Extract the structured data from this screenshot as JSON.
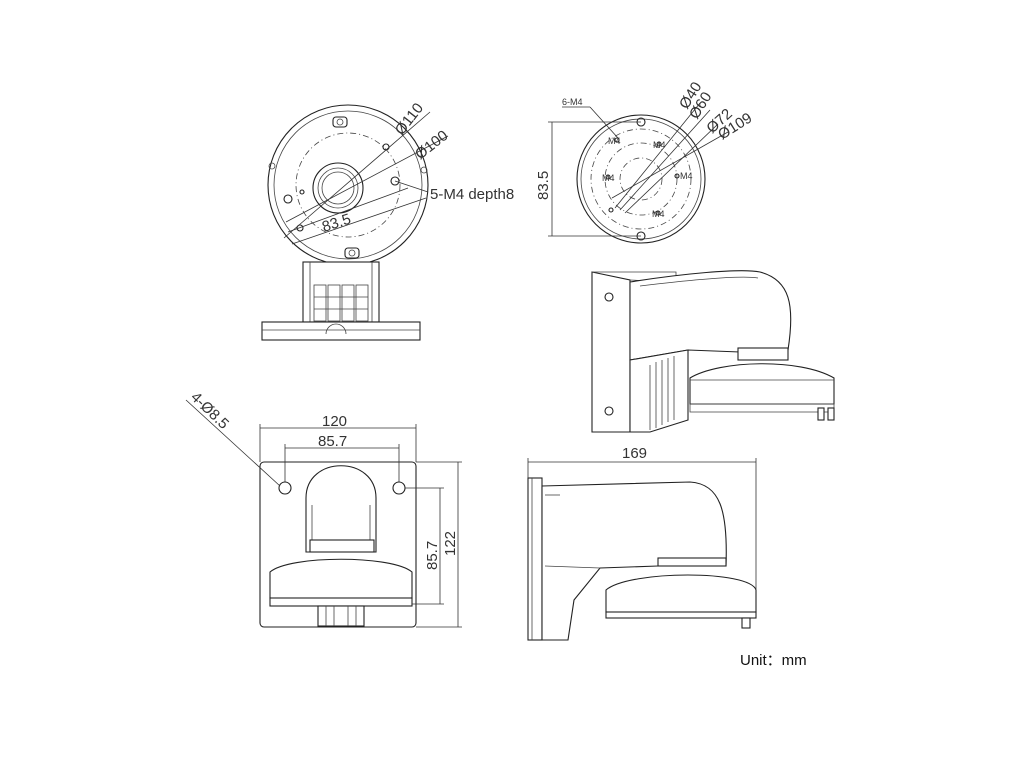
{
  "views": {
    "top_round_base": {
      "dia_110": "Ø110",
      "dia_100": "Ø100",
      "bolt_circle": "83.5",
      "holes": "5-M4  depth8"
    },
    "camera_mount_face": {
      "holes": "6-M4",
      "dia_40": "Ø40",
      "dia_60": "Ø60",
      "dia_72": "Ø72",
      "dia_109": "Ø109",
      "vertical": "83.5"
    },
    "front_view": {
      "holes": "4-Ø8.5",
      "width_overall": "120",
      "hole_spacing_h": "85.7",
      "hole_spacing_v": "85.7",
      "height_overall": "122"
    },
    "side_view": {
      "length": "169"
    }
  },
  "unit_label": "Unit：mm"
}
